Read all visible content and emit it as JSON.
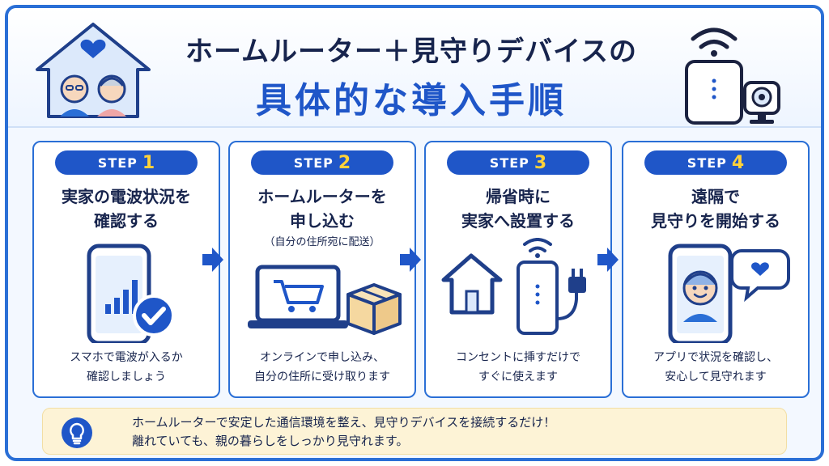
{
  "header": {
    "title_line1": "ホームルーター＋見守りデバイスの",
    "title_line2": "具体的な導入手順"
  },
  "steps": [
    {
      "label": "STEP",
      "number": "1",
      "title_lines": [
        "実家の電波状況を",
        "確認する"
      ],
      "subtitle": "",
      "desc_lines": [
        "スマホで電波が入るか",
        "確認しましょう"
      ],
      "icon": "smartphone-signal-check-icon"
    },
    {
      "label": "STEP",
      "number": "2",
      "title_lines": [
        "ホームルーターを",
        "申し込む"
      ],
      "subtitle": "（自分の住所宛に配送）",
      "desc_lines": [
        "オンラインで申し込み、",
        "自分の住所に受け取ります"
      ],
      "icon": "laptop-cart-package-icon"
    },
    {
      "label": "STEP",
      "number": "3",
      "title_lines": [
        "帰省時に",
        "実家へ設置する"
      ],
      "subtitle": "",
      "desc_lines": [
        "コンセントに挿すだけで",
        "すぐに使えます"
      ],
      "icon": "house-router-plug-icon"
    },
    {
      "label": "STEP",
      "number": "4",
      "title_lines": [
        "遠隔で",
        "見守りを開始する"
      ],
      "subtitle": "",
      "desc_lines": [
        "アプリで状況を確認し、",
        "安心して見守れます"
      ],
      "icon": "smartphone-face-heart-icon"
    }
  ],
  "tip": {
    "lines": [
      "ホームルーターで安定した通信環境を整え、見守りデバイスを接続するだけ！",
      "離れていても、親の暮らしをしっかり見守れます。"
    ],
    "icon": "lightbulb-icon"
  },
  "colors": {
    "primary": "#1f56c8",
    "border": "#2a6fd6",
    "accent": "#ffd23a",
    "tip_bg": "#fdf3d6"
  }
}
